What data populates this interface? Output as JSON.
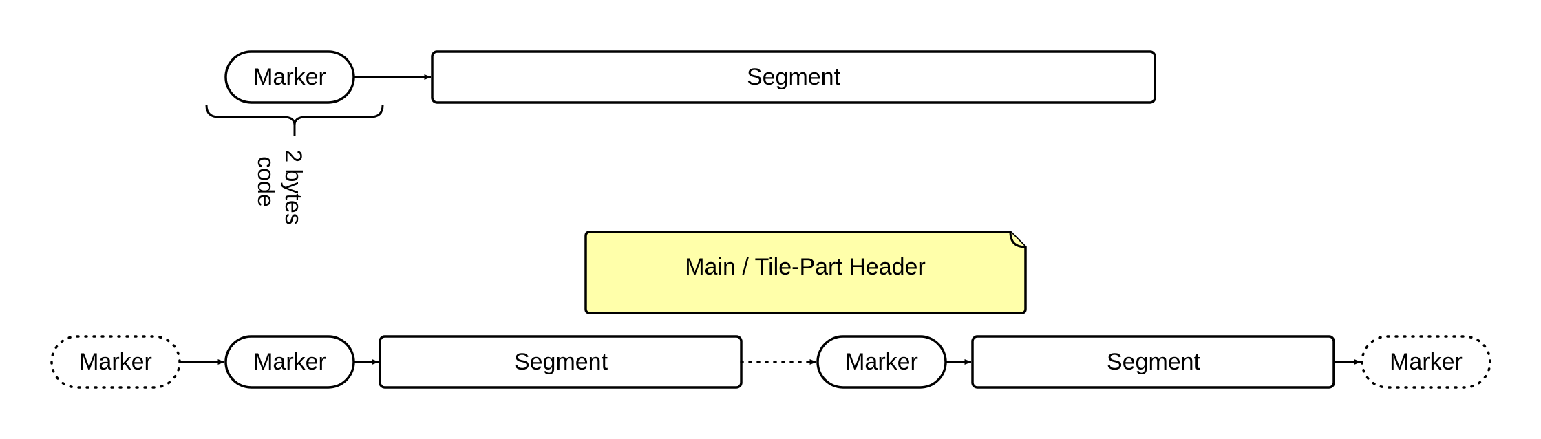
{
  "colors": {
    "note_fill": "#ffffaa",
    "stroke": "#000000",
    "background": "#ffffff"
  },
  "top": {
    "marker": "Marker",
    "segment": "Segment",
    "brace_line1": "2 bytes",
    "brace_line2": "code"
  },
  "note": {
    "label": "Main / Tile-Part Header"
  },
  "bottom": {
    "marker_optional_start": "Marker",
    "marker_1": "Marker",
    "segment_1": "Segment",
    "marker_2": "Marker",
    "segment_2": "Segment",
    "marker_optional_end": "Marker"
  }
}
